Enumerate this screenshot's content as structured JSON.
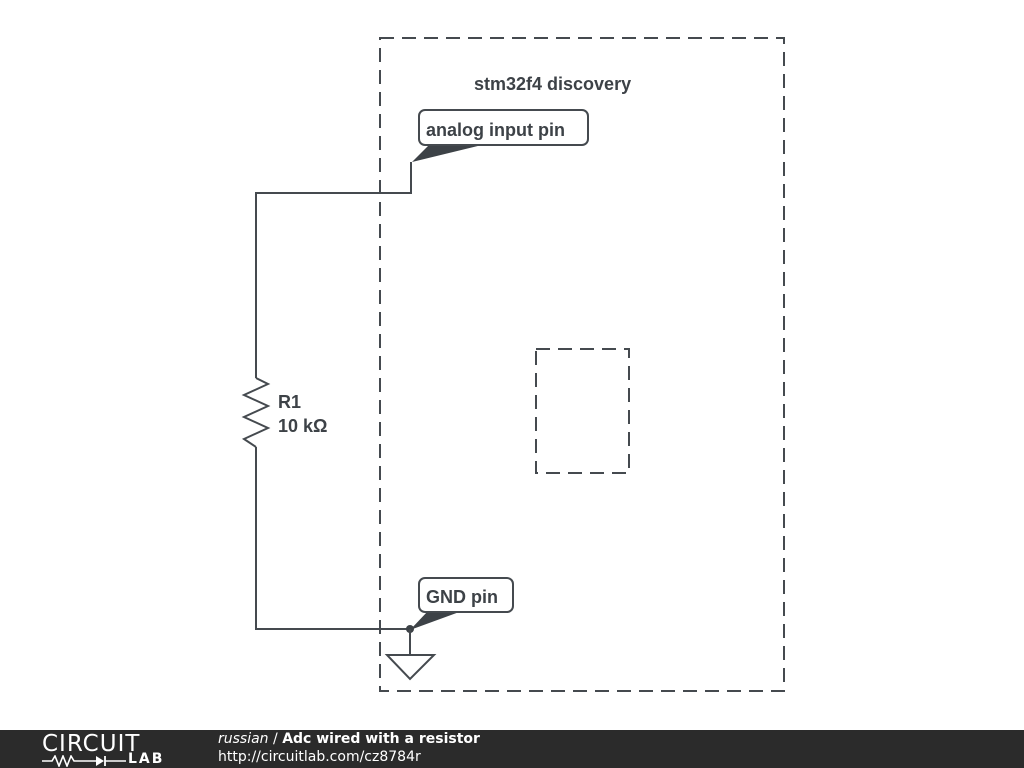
{
  "schematic": {
    "board_label": "stm32f4 discovery",
    "analog_pin_label": "analog input pin",
    "gnd_pin_label": "GND pin",
    "resistor": {
      "name": "R1",
      "value": "10 kΩ"
    }
  },
  "footer": {
    "logo_top": "CIRCUIT",
    "logo_bottom": "LAB",
    "user": "russian",
    "separator": " / ",
    "title": "Adc wired with a resistor",
    "url": "http://circuitlab.com/cz8784r"
  },
  "colors": {
    "line": "#454a4f",
    "text": "#3d4247",
    "footer_bg": "#2b2b2b"
  }
}
